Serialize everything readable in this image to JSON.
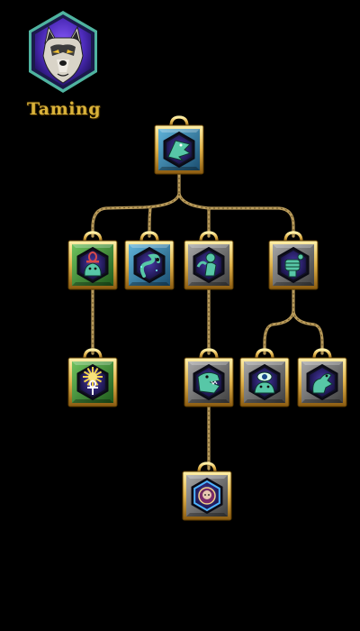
{
  "skill": {
    "name": "Taming",
    "icon": "wolf-head-icon"
  },
  "colors": {
    "rope": "#b89a5a",
    "gold_frame": "#e0b24a",
    "hex_fill": "#3a2a8a",
    "tile_blue": "#2f7ea6",
    "tile_green": "#3f8a3a",
    "tile_gray": "#6f6f6f",
    "glyph": "#57c7a7"
  },
  "nodes": [
    {
      "id": "root",
      "icon": "raptor-head-icon",
      "tile": "tile_blue"
    },
    {
      "id": "ankh",
      "icon": "ankh-pet-icon",
      "tile": "tile_green"
    },
    {
      "id": "serpent",
      "icon": "serpent-icon",
      "tile": "tile_blue"
    },
    {
      "id": "handler",
      "icon": "beast-handler-icon",
      "tile": "tile_gray"
    },
    {
      "id": "fist",
      "icon": "beast-fist-icon",
      "tile": "tile_gray"
    },
    {
      "id": "sunburst",
      "icon": "sun-ankh-icon",
      "tile": "tile_green"
    },
    {
      "id": "roar",
      "icon": "roaring-beast-icon",
      "tile": "tile_gray"
    },
    {
      "id": "eye-beast",
      "icon": "eye-beast-icon",
      "tile": "tile_gray"
    },
    {
      "id": "claw-beast",
      "icon": "claw-beast-icon",
      "tile": "tile_gray"
    },
    {
      "id": "companion",
      "icon": "companion-portrait-icon",
      "tile": "tile_gray"
    }
  ]
}
